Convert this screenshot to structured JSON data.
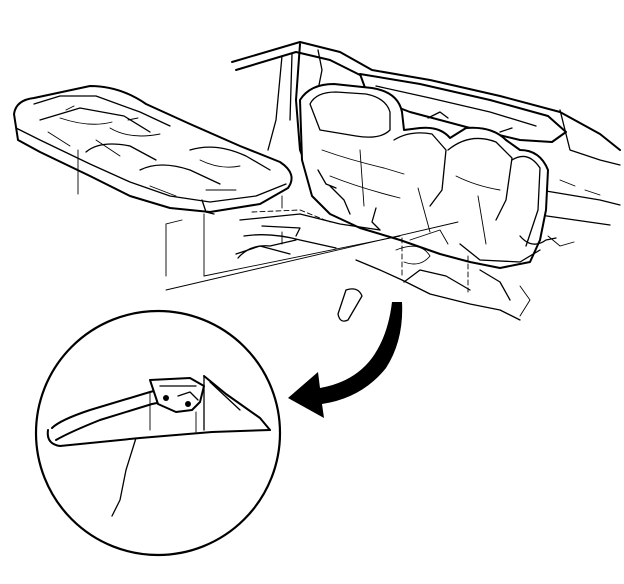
{
  "figure": {
    "components": [
      "rear-seat-cushion",
      "rear-seat-back",
      "package-shelf",
      "floor-pan",
      "seat-cushion-retainer",
      "detail-magnifier",
      "callout-arrow",
      "leader-line"
    ],
    "colors": {
      "line": "#000000",
      "background": "#ffffff"
    }
  }
}
